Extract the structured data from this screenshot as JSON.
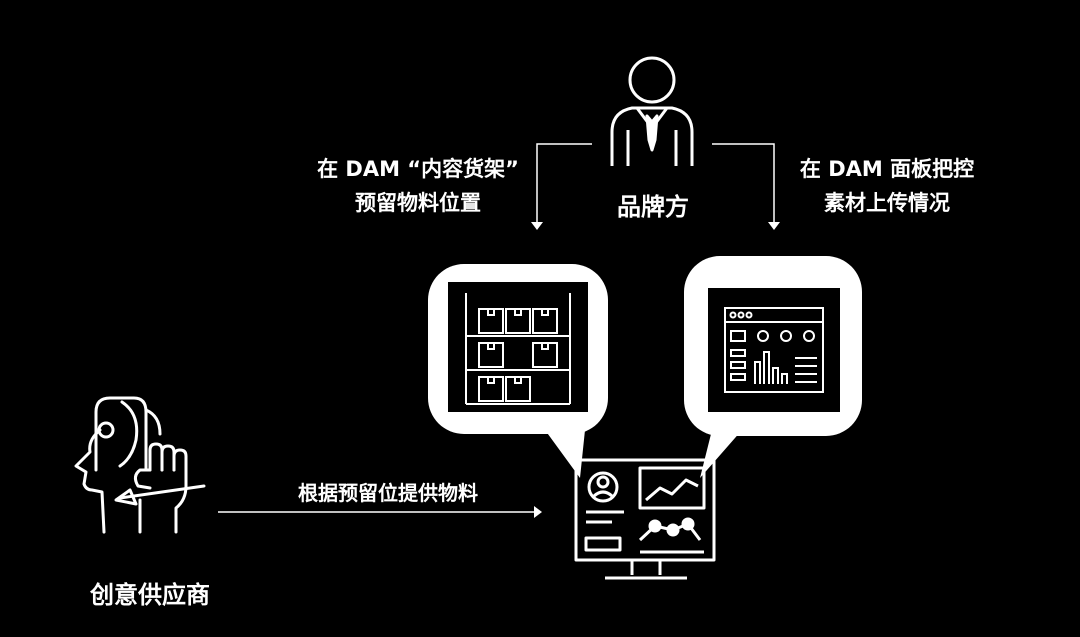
{
  "actors": {
    "brand": "品牌方",
    "supplier": "创意供应商"
  },
  "flows": {
    "shelf_line1": "在 DAM “内容货架”",
    "shelf_line2": "预留物料位置",
    "panel_line1": "在 DAM 面板把控",
    "panel_line2": "素材上传情况",
    "supply": "根据预留位提供物料"
  },
  "icons": [
    "person-tie-icon",
    "warehouse-shelf-icon",
    "dashboard-panel-icon",
    "creative-worker-icon",
    "monitor-analytics-icon"
  ],
  "colors": {
    "background": "#000000",
    "foreground": "#ffffff"
  }
}
